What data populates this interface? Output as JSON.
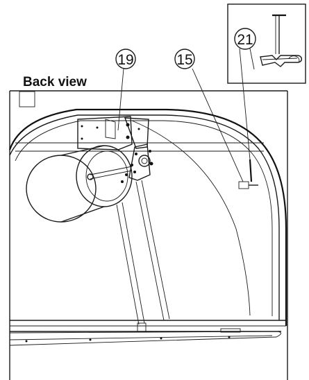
{
  "view_title": "Back view",
  "callouts": [
    {
      "id": "19"
    },
    {
      "id": "15"
    },
    {
      "id": "21"
    }
  ],
  "icons": {
    "detail_inset": "pin-clip-detail-icon"
  }
}
